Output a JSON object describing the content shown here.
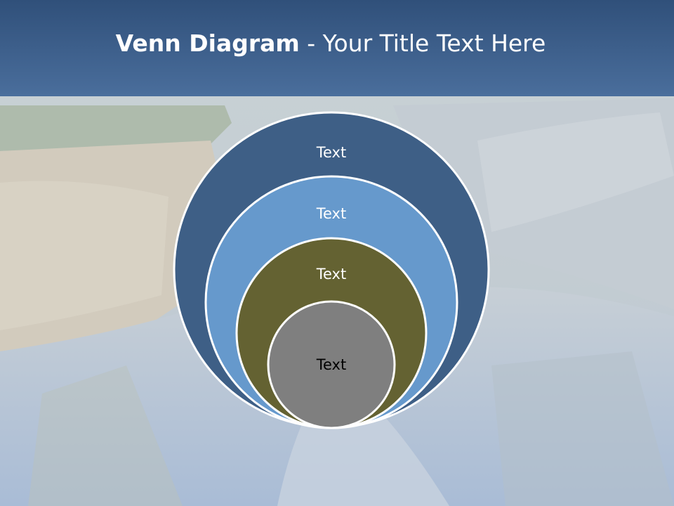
{
  "slide": {
    "title_bold": "Venn Diagram",
    "title_rest": " - Your Title Text Here"
  },
  "diagram": {
    "type": "nested-circles",
    "circles": [
      {
        "label": "Text",
        "fill": "#3e5f86",
        "text_color": "#ffffff"
      },
      {
        "label": "Text",
        "fill": "#6699cc",
        "text_color": "#ffffff"
      },
      {
        "label": "Text",
        "fill": "#646232",
        "text_color": "#ffffff"
      },
      {
        "label": "Text",
        "fill": "#7f7f7f",
        "text_color": "#000000"
      }
    ]
  },
  "colors": {
    "header": "#3a5d89",
    "circle_outline": "#ffffff"
  }
}
